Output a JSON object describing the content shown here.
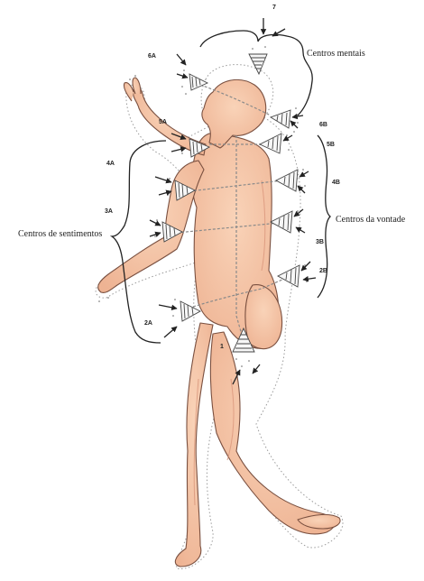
{
  "labels": {
    "mental": "Centros mentais",
    "feeling": "Centros de sentimentos",
    "will": "Centros da vontade"
  },
  "chakras": [
    {
      "id": "7",
      "label": "7"
    },
    {
      "id": "6A",
      "label": "6A"
    },
    {
      "id": "6B",
      "label": "6B"
    },
    {
      "id": "5A",
      "label": "5A"
    },
    {
      "id": "5B",
      "label": "5B"
    },
    {
      "id": "4A",
      "label": "4A"
    },
    {
      "id": "4B",
      "label": "4B"
    },
    {
      "id": "3A",
      "label": "3A"
    },
    {
      "id": "3B",
      "label": "3B"
    },
    {
      "id": "2A",
      "label": "2A"
    },
    {
      "id": "2B",
      "label": "2B"
    },
    {
      "id": "1",
      "label": "1"
    }
  ],
  "colors": {
    "skin": "#f5c6a5",
    "skin_shadow": "#e8a98a",
    "outline": "#7a5040",
    "vortex": "#555555"
  }
}
